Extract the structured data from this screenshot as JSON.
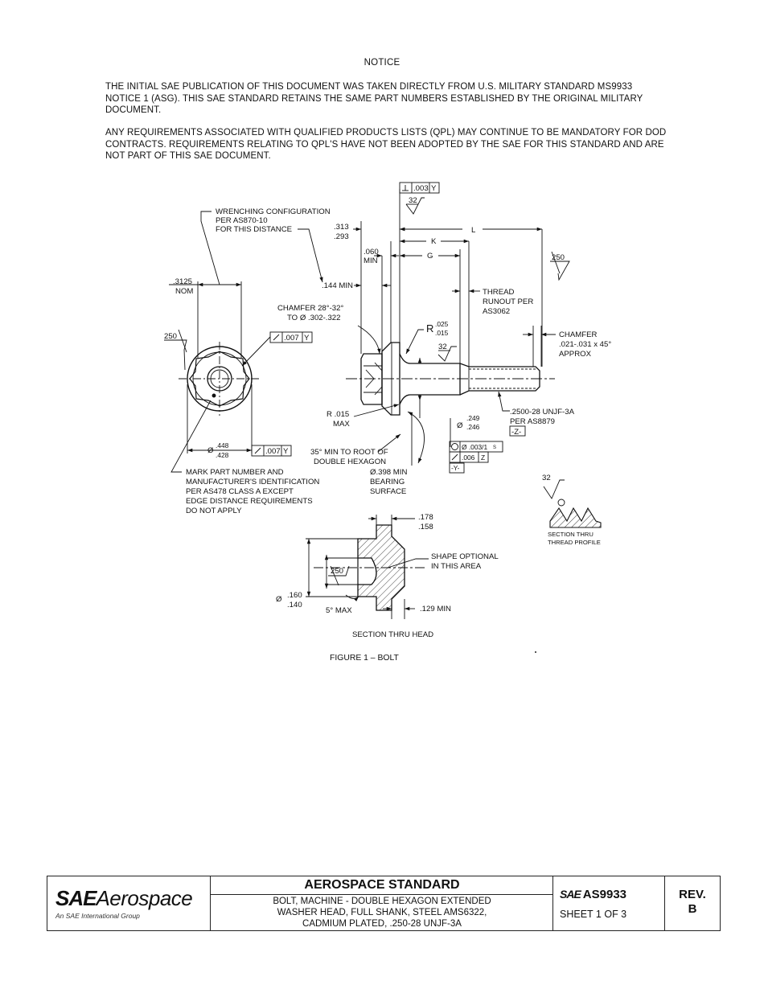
{
  "notice": {
    "title": "NOTICE",
    "paragraphs": [
      "THE INITIAL SAE PUBLICATION OF THIS DOCUMENT WAS TAKEN DIRECTLY FROM U.S. MILITARY STANDARD MS9933 NOTICE 1 (ASG).  THIS SAE STANDARD RETAINS THE SAME PART NUMBERS ESTABLISHED BY THE ORIGINAL MILITARY DOCUMENT.",
      "ANY REQUIREMENTS ASSOCIATED WITH QUALIFIED PRODUCTS LISTS (QPL) MAY CONTINUE TO BE MANDATORY FOR DOD CONTRACTS.  REQUIREMENTS RELATING TO QPL'S HAVE NOT BEEN ADOPTED BY THE SAE FOR THIS STANDARD AND ARE NOT PART OF THIS SAE DOCUMENT."
    ]
  },
  "drawing": {
    "wrenching": [
      "WRENCHING CONFIGURATION",
      "PER AS870-10",
      "FOR THIS DISTANCE"
    ],
    "nom_value": ".3125",
    "nom_label": "NOM",
    "finish_250": "250",
    "runout_007": ".007",
    "datum_y": "Y",
    "dia_448": ".448",
    "dia_428": ".428",
    "dia_symbol": "Ø",
    "mark_note": [
      "MARK PART NUMBER AND",
      "MANUFACTURER'S IDENTIFICATION",
      "PER AS478 CLASS A EXCEPT",
      "EDGE DISTANCE REQUIREMENTS",
      "DO NOT APPLY"
    ],
    "perp_003": ".003",
    "finish_32": "32",
    "dim_313": ".313",
    "dim_293": ".293",
    "dim_060": ".060",
    "min_label": "MIN",
    "dim_144": ".144 MIN",
    "chamfer_head": [
      "CHAMFER 28°-32°",
      "TO Ø .302-.322"
    ],
    "k_label": "K",
    "g_label": "G",
    "l_label": "L",
    "thread_runout": [
      "THREAD",
      "RUNOUT PER",
      "AS3062"
    ],
    "r_label": "R",
    "r_025": ".025",
    "r_015": ".015",
    "chamfer_tip": [
      "CHAMFER",
      ".021-.031 x 45°",
      "APPROX"
    ],
    "r015_max": [
      "R .015",
      "MAX"
    ],
    "dia_249": ".249",
    "dia_246": ".246",
    "thread_spec": [
      ".2500-28 UNJF-3A",
      "PER AS8879"
    ],
    "datum_z_tag": "-Z-",
    "min_root": [
      "35° MIN TO ROOT OF",
      "DOUBLE HEXAGON"
    ],
    "bearing": [
      "Ø.398 MIN",
      "BEARING",
      "SURFACE"
    ],
    "pos_003": "Ø .003/1",
    "mmc_s": "S",
    "runout_006": ".006",
    "datum_z": "Z",
    "datum_y_tag": "-Y-",
    "section_thread": [
      "SECTION THRU",
      "THREAD PROFILE"
    ],
    "dim_178": ".178",
    "dim_158": ".158",
    "shape_optional": [
      "SHAPE OPTIONAL",
      "IN THIS AREA"
    ],
    "dia_160": ".160",
    "dia_140": ".140",
    "max_5": "5° MAX",
    "dim_129": ".129 MIN",
    "section_head": "SECTION THRU HEAD",
    "figure_caption": "FIGURE 1 – BOLT"
  },
  "titleblock": {
    "logo_sae": "SAE",
    "logo_aero": "Aerospace",
    "logo_sub": "An SAE International Group",
    "heading": "AEROSPACE STANDARD",
    "description": [
      "BOLT, MACHINE - DOUBLE HEXAGON EXTENDED",
      "WASHER HEAD, FULL SHANK, STEEL AMS6322,",
      "CADMIUM PLATED, .250-28 UNJF-3A"
    ],
    "doc_mini": "SAE",
    "doc_number": "AS9933",
    "sheet": "SHEET 1 OF 3",
    "rev_label": "REV.",
    "rev_value": "B"
  }
}
